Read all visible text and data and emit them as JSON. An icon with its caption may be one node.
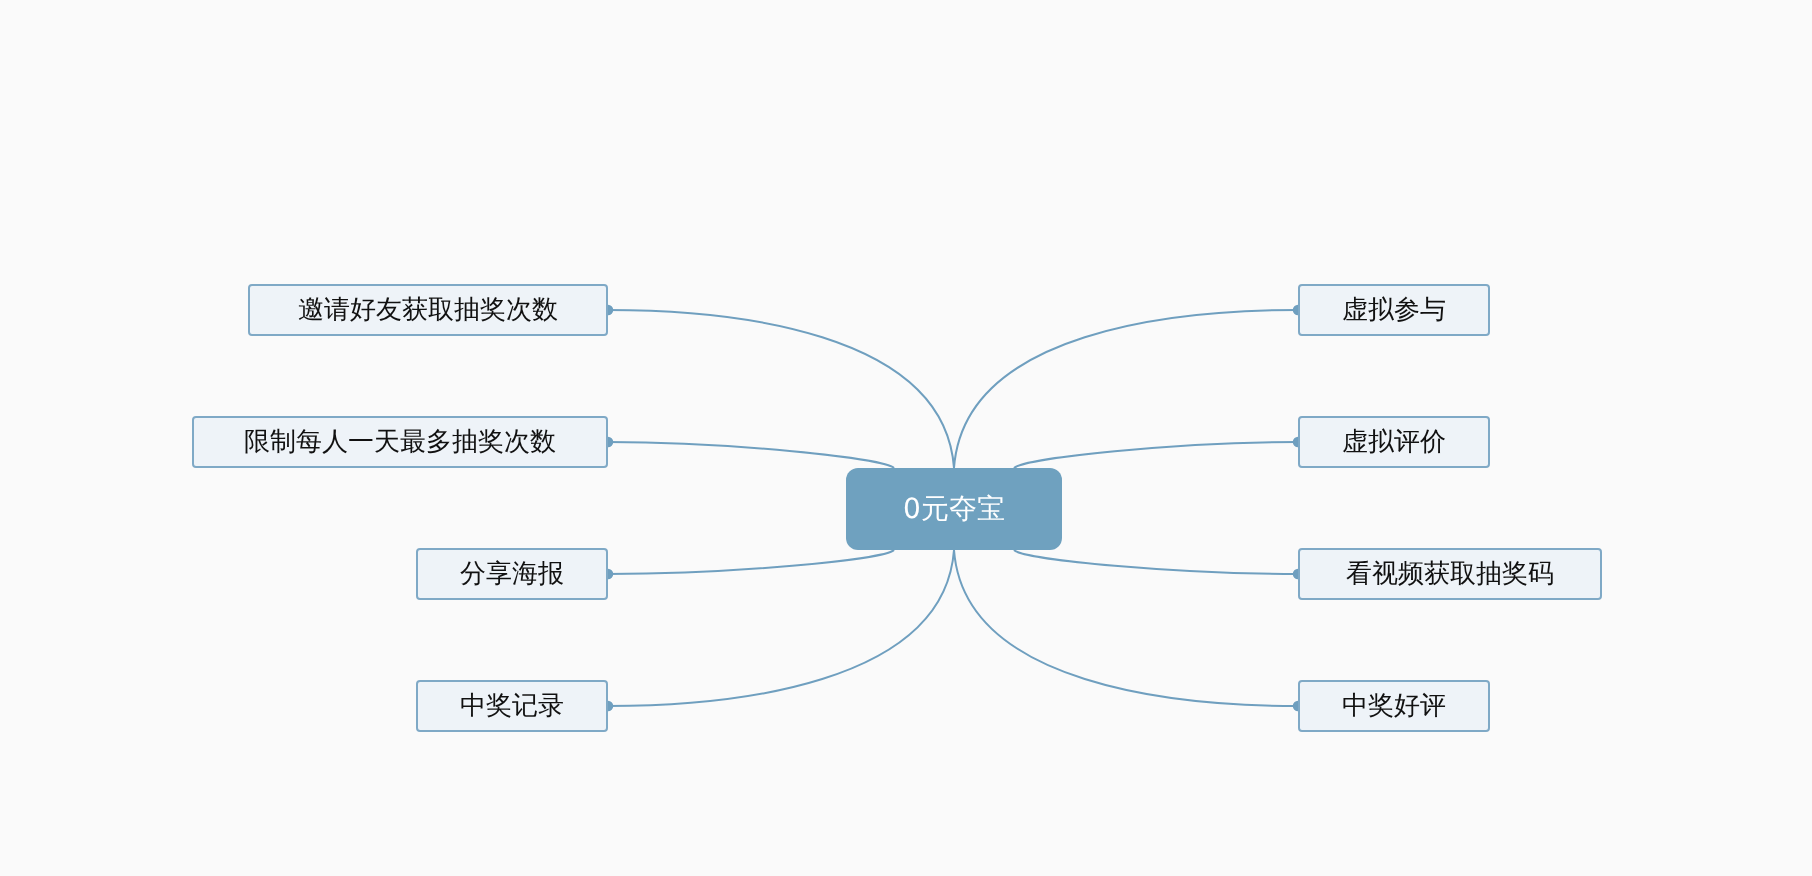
{
  "diagram": {
    "nodes": [
      {
        "text": [
          "0元夺宝"
        ]
      },
      {
        "text": [
          "邀请好友获取抽奖次数"
        ]
      },
      {
        "text": [
          "限制每人一天最多抽奖次数"
        ]
      },
      {
        "text": [
          "分享海报"
        ]
      },
      {
        "text": [
          "中奖记录"
        ]
      },
      {
        "text": [
          "虚拟参与"
        ]
      },
      {
        "text": [
          "虚拟评价"
        ]
      },
      {
        "text": [
          "看视频获取抽奖码"
        ]
      },
      {
        "text": [
          "中奖好评"
        ]
      }
    ],
    "edges": [
      {
        "from": 0,
        "to": 1,
        "arrow": "other"
      },
      {
        "from": 0,
        "to": 2,
        "arrow": "other"
      },
      {
        "from": 0,
        "to": 3,
        "arrow": "other"
      },
      {
        "from": 0,
        "to": 4,
        "arrow": "other"
      },
      {
        "from": 0,
        "to": 5,
        "arrow": "other"
      },
      {
        "from": 0,
        "to": 6,
        "arrow": "other"
      },
      {
        "from": 0,
        "to": 7,
        "arrow": "other"
      },
      {
        "from": 0,
        "to": 8,
        "arrow": "other"
      }
    ]
  }
}
